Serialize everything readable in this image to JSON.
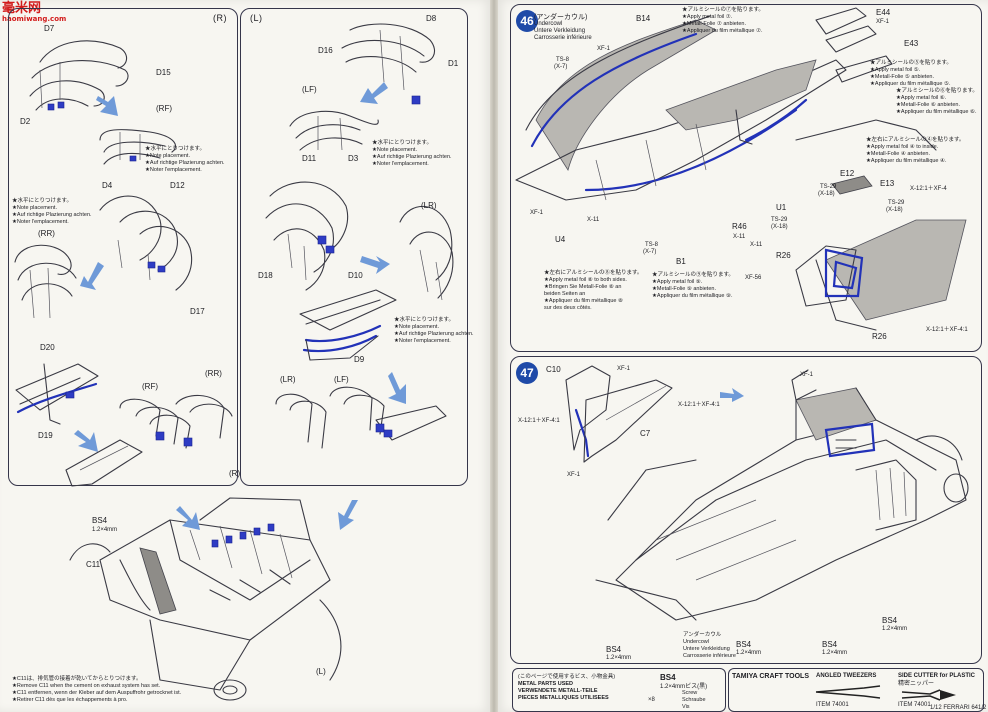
{
  "watermark": {
    "mark": "毫米网",
    "url": "haomiwang.com"
  },
  "left": {
    "panel_r_title": "(R)",
    "panel_l_title": "(L)",
    "bottom_title": "(R)",
    "bottom_l": "(L)",
    "parts": {
      "d7": "D7",
      "d15": "D15",
      "d2": "D2",
      "rf": "(RF)",
      "d4": "D4",
      "d12": "D12",
      "rr": "(RR)",
      "d17": "D17",
      "d20": "D20",
      "d19": "D19",
      "rf2": "(RF)",
      "rr2": "(RR)",
      "d8": "D8",
      "d16": "D16",
      "d1": "D1",
      "lf": "(LF)",
      "d11": "D11",
      "d3": "D3",
      "lr": "(LR)",
      "d18": "D18",
      "d10": "D10",
      "d9": "D9",
      "lr2": "(LR)",
      "lf2": "(LF)",
      "bs4": "BS4",
      "bs4_size": "1.2×4mm",
      "c11": "C11"
    },
    "note_placement": [
      "★水平にとりつけます。",
      "★Note placement.",
      "★Auf richtige Plazierung achten.",
      "★Noter l'emplacement."
    ],
    "c11_notes": [
      "★C11は、排気管の接着が乾いてからとりつけます。",
      "★Remove C11 when the cement on exhaust system has set.",
      "★C11 entfernen, wenn der Kleber auf dem Auspuffrohr getrocknet ist.",
      "★Retirer C11 dès que les échappements à pro."
    ]
  },
  "step46": {
    "number": "46",
    "title_jp": "(アンダーカウル)",
    "title_en": "Undercowl",
    "title_de": "Untere Verkleidung",
    "title_fr": "Carrosserie inférieure",
    "parts": {
      "b14": "B14",
      "e44": "E44",
      "xf1a": "XF-1",
      "e43": "E43",
      "xf1b": "XF-1",
      "ts8": "TS-8",
      "ts8b": "(X-7)",
      "xf1c": "XF-1",
      "u4": "U4",
      "x11": "X-11",
      "b1": "B1",
      "r46": "R46",
      "u1": "U1",
      "x11b": "X-11",
      "x11c": "X-11",
      "ts29": "TS-29",
      "ts29b": "(X-18)",
      "ts8c": "TS-8",
      "ts8d": "(X-7)",
      "e12": "E12",
      "e13": "E13",
      "ts29c": "TS-29",
      "ts29d": "(X-18)",
      "x12": "X-12:1＋XF-4",
      "r26": "R26",
      "xf56": "XF-56",
      "x12b": "X-12:1＋XF-4:1",
      "r26b": "R26",
      "ts29e": "TS-29",
      "ts29f": "(X-18)"
    },
    "note_foil1": [
      "★アルミシールの⑦を貼ります。",
      "★Apply metal foil ⑦.",
      "★Metall-Folie ⑦ anbieten.",
      "★Appliquer du film métallique ⑦."
    ],
    "note_foil2": [
      "★アルミシールの⑤を貼ります。",
      "★Apply metal foil ⑤.",
      "★Metall-Folie ⑤ anbieten.",
      "★Appliquer du film métallique ⑤."
    ],
    "note_foil3": [
      "★アルミシールの⑥を貼ります。",
      "★Apply metal foil ⑥.",
      "★Metall-Folie ⑥ anbieten.",
      "★Appliquer du film métallique ⑥."
    ],
    "note_foil4": [
      "★左右にアルミシールの④を貼ります。",
      "★Apply metal foil ④ to inside.",
      "★Metall-Folie ④ anbieten.",
      "★Appliquer du film métallique ④."
    ],
    "note_foil5": [
      "★左右にアルミシールの⑧を貼ります。",
      "★Apply metal foil ⑧ to both sides.",
      "★Bringen Sie Metall-Folie ⑧ an",
      "beiden Seiten an",
      "★Appliquer du film métallique ⑧",
      "sur des deux côtés."
    ],
    "note_foil6": [
      "★アルミシールの⑨を貼ります。",
      "★Apply metal foil ⑨.",
      "★Metall-Folie ⑨ anbieten.",
      "★Appliquer du film métallique ⑨."
    ]
  },
  "step47": {
    "number": "47",
    "parts": {
      "c10": "C10",
      "xf1": "XF-1",
      "x12": "X-12:1＋XF-4:1",
      "x12b": "X-12:1＋XF-4:1",
      "c7": "C7",
      "xf1b": "XF-1",
      "xf1c": "XF-1",
      "bs4a": "BS4",
      "bs4a_size": "1.2×4mm",
      "bs4b": "BS4",
      "bs4b_size": "1.2×4mm",
      "bs4c": "BS4",
      "bs4c_size": "1.2×4mm",
      "bs4d": "BS4",
      "bs4d_size": "1.2×4mm"
    },
    "undercowl": [
      "アンダーカウル",
      "Undercowl",
      "Untere Verkleidung",
      "Carrosserie inférieure"
    ]
  },
  "footer": {
    "metal_jp": "(このページで使用するビス、小物金具)",
    "metal_en": "METAL PARTS USED",
    "metal_de": "VERWENDETE METALL-TEILE",
    "metal_fr": "PIECES METALLIQUES UTILISEES",
    "bs4": "BS4",
    "bs4_desc": "1.2×4mmビス(黒)",
    "bs4_screw": [
      "Screw",
      "Schraube",
      "Vis"
    ],
    "bs4_qty": "×8",
    "tamiya_tools": "TAMIYA CRAFT TOOLS",
    "tweezers": "ANGLED TWEEZERS",
    "cutter": "SIDE CUTTER for PLASTIC",
    "cutter_jp": "精密ニッパー",
    "item1": "ITEM 74001",
    "item2": "ITEM 74001",
    "page": "1/12 FERRARI 641/2"
  }
}
